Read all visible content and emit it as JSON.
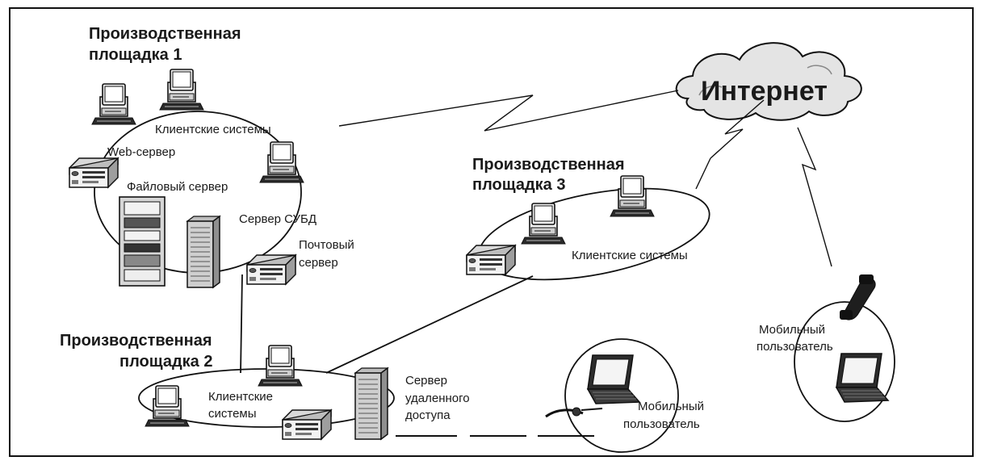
{
  "cloud": {
    "label": "Интернет"
  },
  "site1": {
    "title_line1": "Производственная",
    "title_line2": "площадка 1",
    "clients": "Клиентские системы",
    "web_server": "Web-сервер",
    "file_server": "Файловый сервер",
    "dbms_server": "Сервер СУБД",
    "mail_line1": "Почтовый",
    "mail_line2": "сервер"
  },
  "site2": {
    "title_line1": "Производственная",
    "title_line2": "площадка 2",
    "clients_line1": "Клиентские",
    "clients_line2": "системы",
    "ras_line1": "Сервер",
    "ras_line2": "удаленного",
    "ras_line3": "доступа"
  },
  "site3": {
    "title_line1": "Производственная",
    "title_line2": "площадка 3",
    "clients": "Клиентские системы"
  },
  "mobile_dialup": {
    "line1": "Мобильный",
    "line2": "пользователь"
  },
  "mobile_cellular": {
    "line1": "Мобильный",
    "line2": "пользователь"
  },
  "icons": [
    "monitor-icon",
    "server-rack-icon",
    "tower-server-icon",
    "desktop-server-icon",
    "laptop-icon",
    "phone-handset-icon",
    "cloud-icon",
    "lightning-link-icon",
    "modem-plug-icon"
  ]
}
